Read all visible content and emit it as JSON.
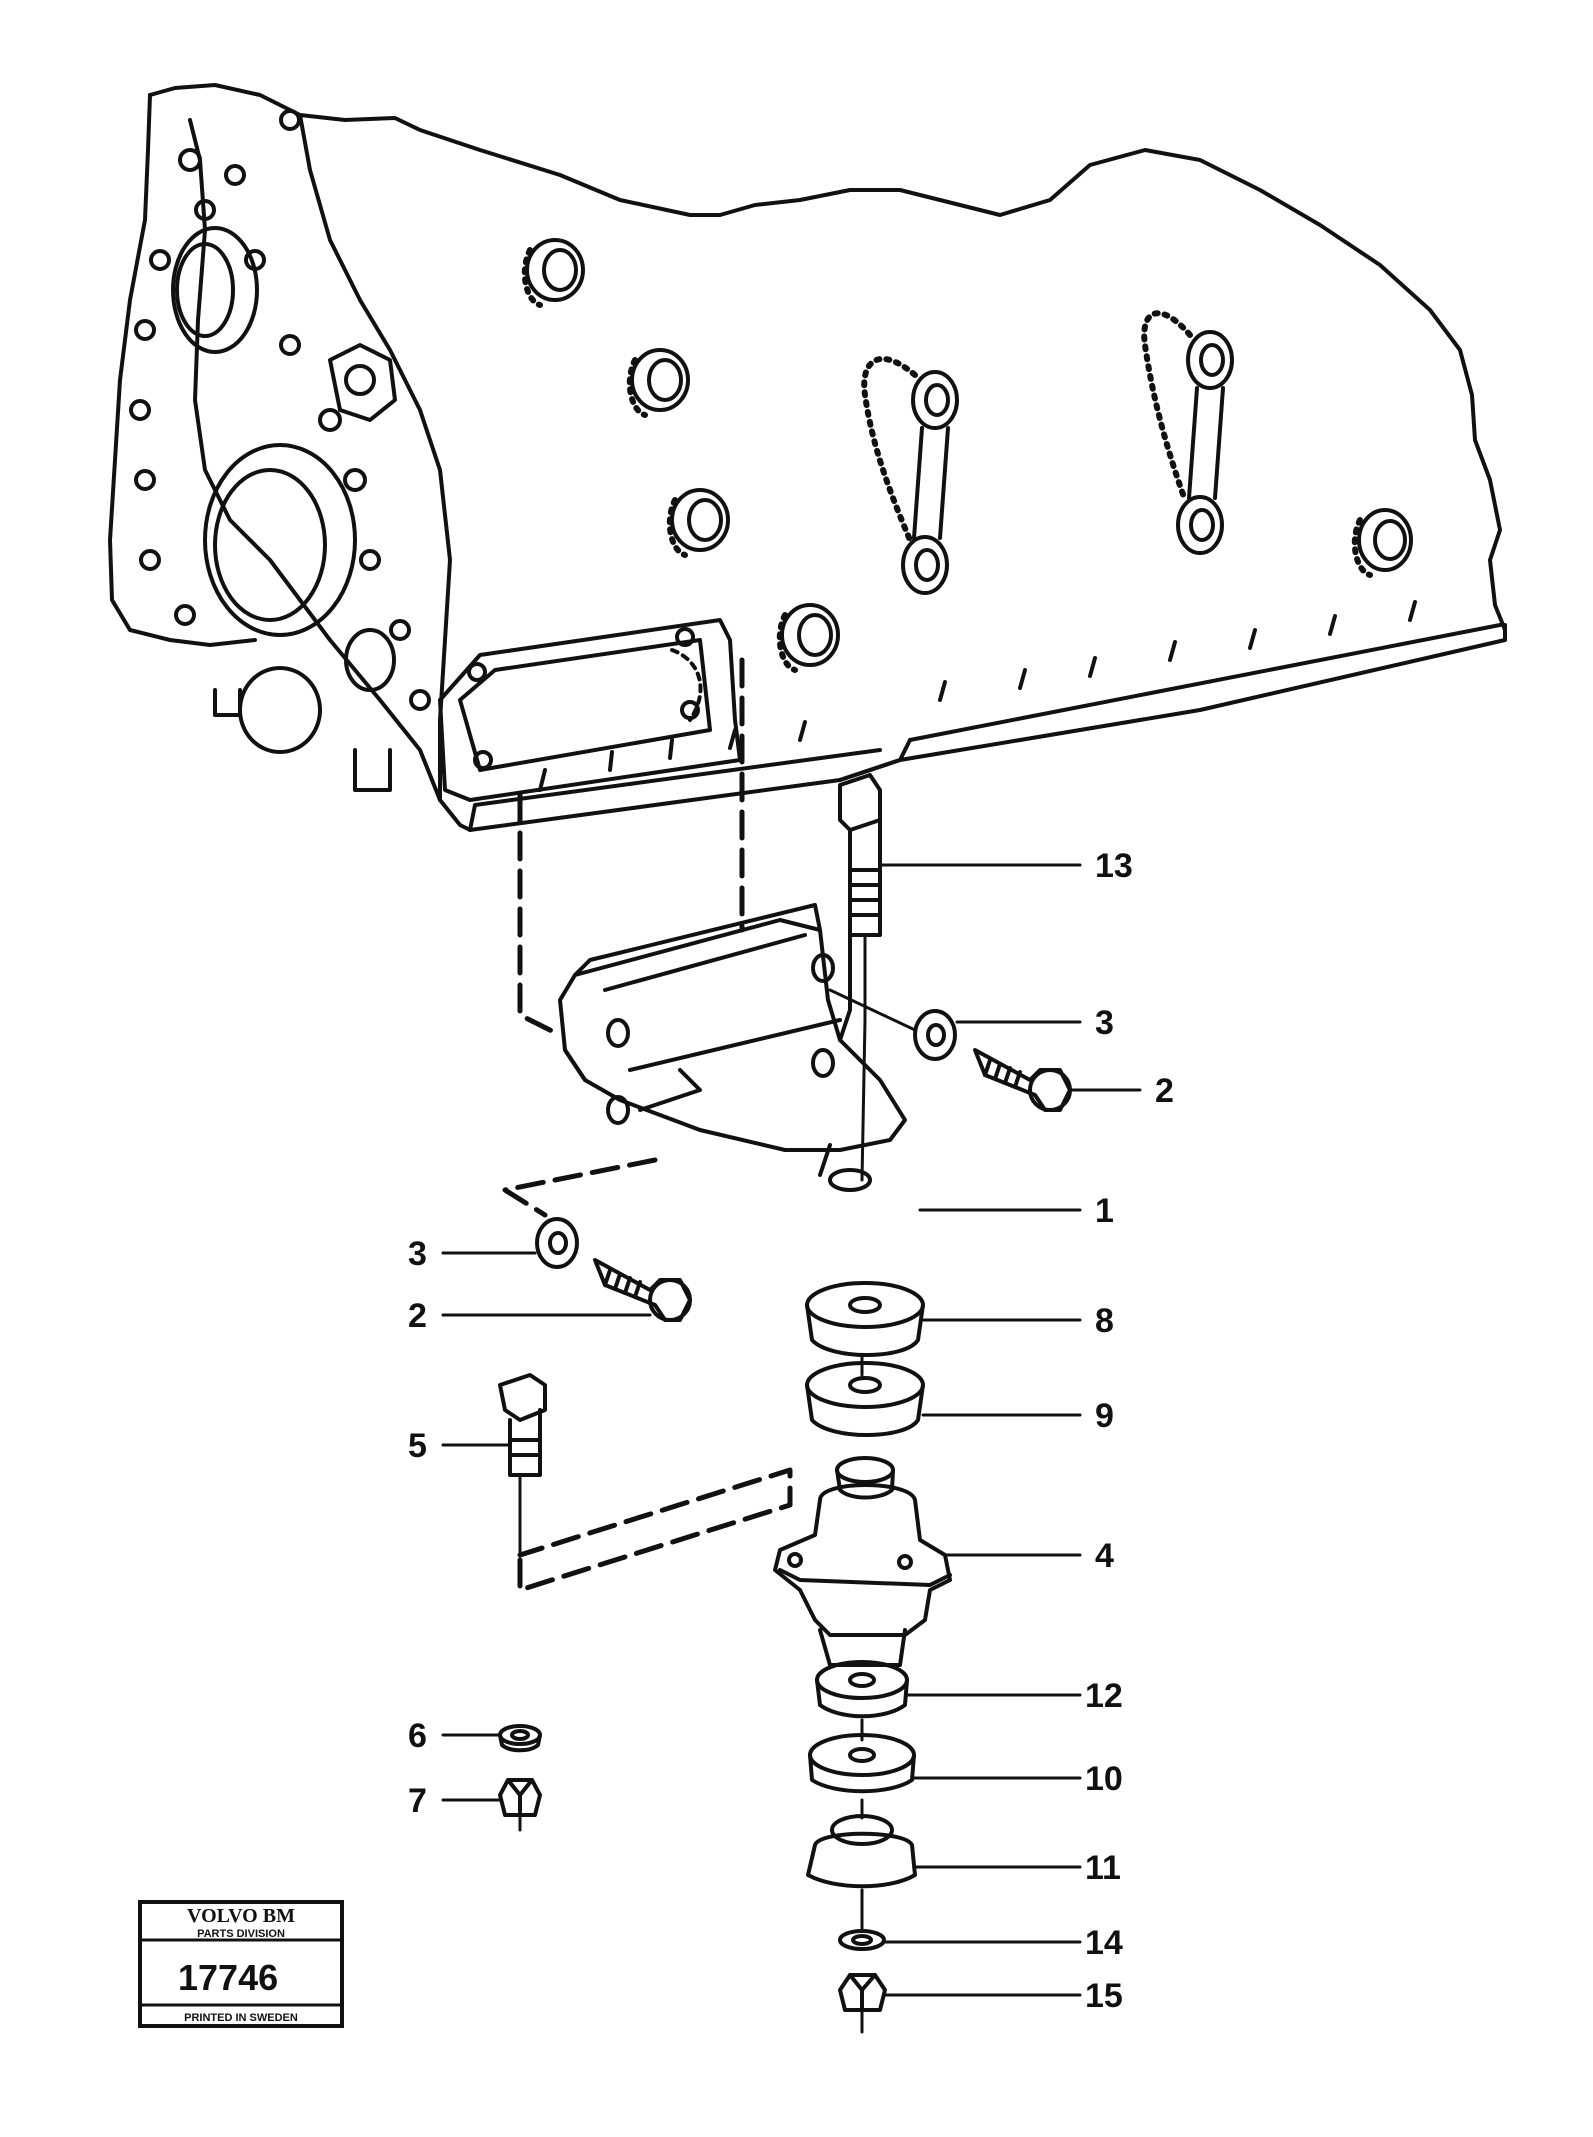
{
  "callouts": [
    {
      "id": "13",
      "label": "13"
    },
    {
      "id": "3a",
      "label": "3"
    },
    {
      "id": "2a",
      "label": "2"
    },
    {
      "id": "1",
      "label": "1"
    },
    {
      "id": "3b",
      "label": "3"
    },
    {
      "id": "2b",
      "label": "2"
    },
    {
      "id": "8",
      "label": "8"
    },
    {
      "id": "9",
      "label": "9"
    },
    {
      "id": "5",
      "label": "5"
    },
    {
      "id": "4",
      "label": "4"
    },
    {
      "id": "12",
      "label": "12"
    },
    {
      "id": "6",
      "label": "6"
    },
    {
      "id": "10",
      "label": "10"
    },
    {
      "id": "7",
      "label": "7"
    },
    {
      "id": "11",
      "label": "11"
    },
    {
      "id": "14",
      "label": "14"
    },
    {
      "id": "15",
      "label": "15"
    }
  ],
  "stamp": {
    "brand": "VOLVO BM",
    "division": "PARTS DIVISION",
    "number": "17746",
    "footer": "PRINTED IN SWEDEN"
  }
}
